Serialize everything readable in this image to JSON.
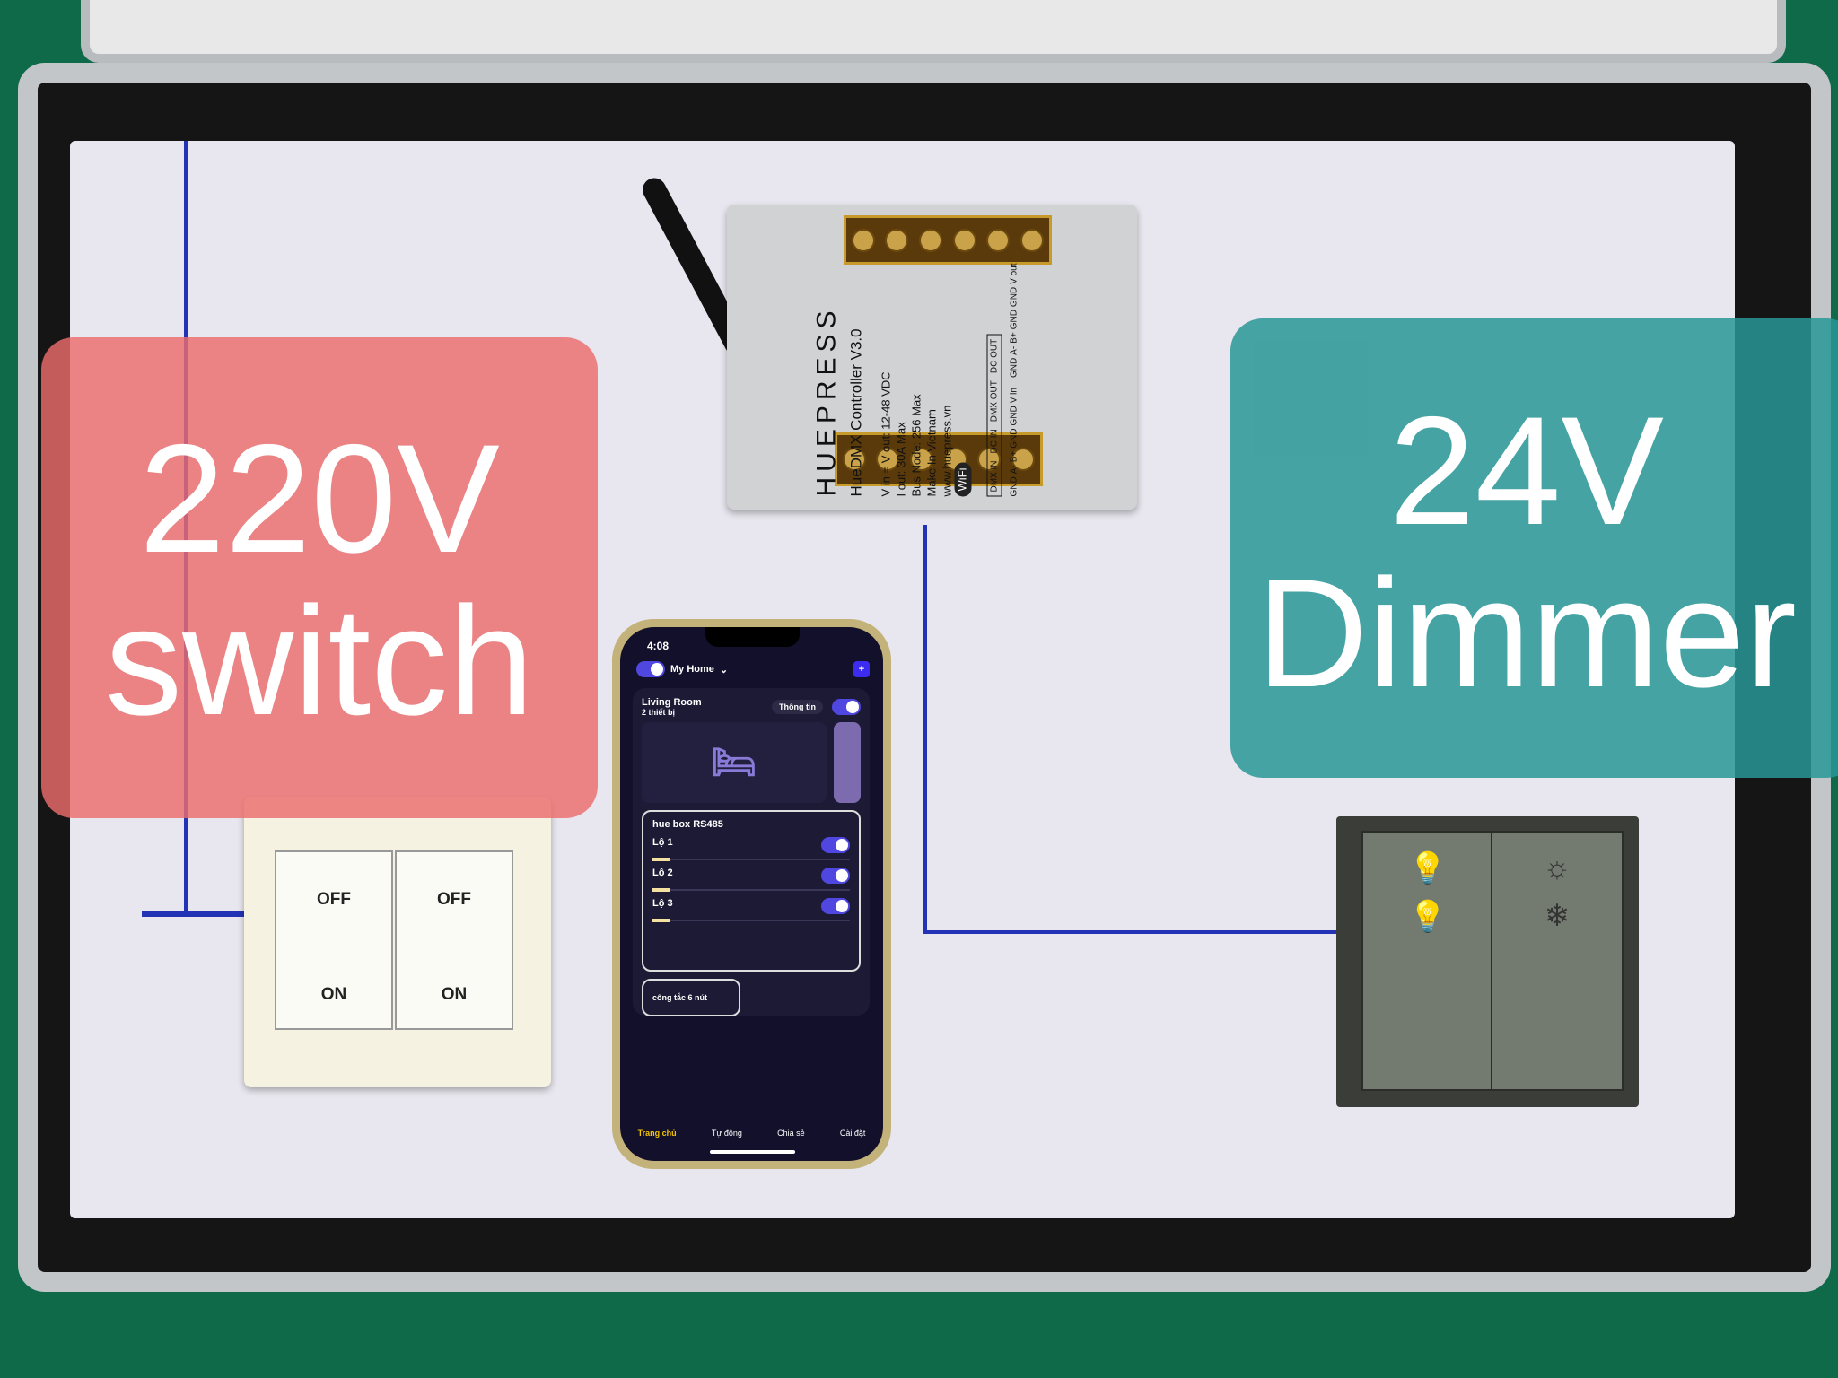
{
  "labels": {
    "left_line1": "220V",
    "left_line2": "switch",
    "right_line1": "24V",
    "right_line2": "Dimmer"
  },
  "controller": {
    "brand": "HUEPRESS",
    "model": "HueDMX Controller V3.0",
    "out_pins": [
      "GND",
      "A-",
      "B+",
      "GND",
      "GND",
      "V out"
    ],
    "out_groups": [
      "DMX OUT",
      "DC OUT"
    ],
    "in_pins": [
      "GND",
      "A-",
      "B+",
      "GND",
      "GND",
      "V in"
    ],
    "in_groups": [
      "DMX IN",
      "DC IN"
    ],
    "spec1": "V in = V out: 12-48 VDC",
    "spec2": "I out: 30A Max",
    "spec3": "Bus Node: 256 Max",
    "made": "Make In Vietnam",
    "wifi": "WiFi",
    "website": "www.huepress.vn"
  },
  "phone": {
    "time": "4:08",
    "home": "My Home",
    "room": "Living Room",
    "devices": "2 thiết bị",
    "info_btn": "Thông tin",
    "device_name": "hue box RS485",
    "channels": [
      "Lộ 1",
      "Lộ 2",
      "Lộ 3"
    ],
    "scene": "công tắc 6 nút",
    "nav": [
      "Trang chủ",
      "Tự động",
      "Chia sẻ",
      "Cài đặt"
    ],
    "accent": "#5047e0"
  },
  "switch": {
    "off": "OFF",
    "on": "ON"
  }
}
